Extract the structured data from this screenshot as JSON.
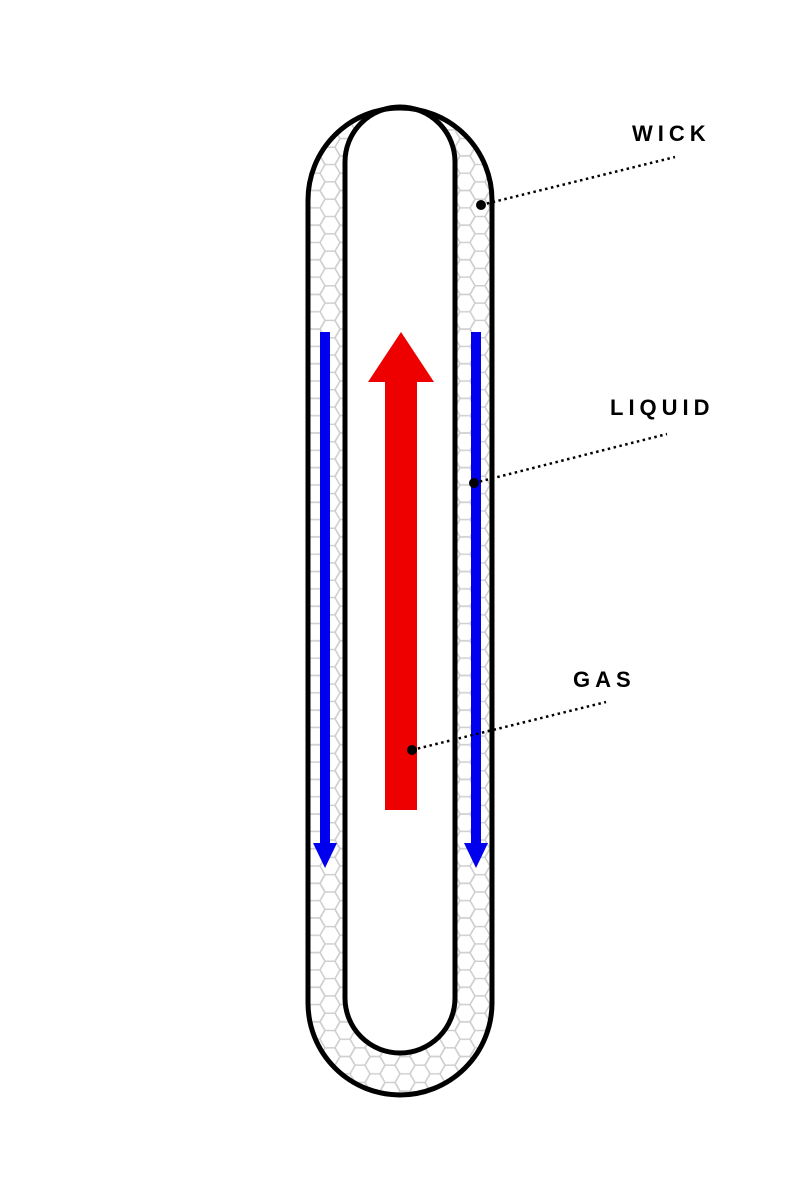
{
  "labels": {
    "wick": "WICK",
    "liquid": "LIQUID",
    "gas": "GAS"
  },
  "colors": {
    "background": "#ffffff",
    "outline": "#000000",
    "wick_hex_stroke": "#cfcfcf",
    "liquid_arrow": "#0000ee",
    "gas_arrow": "#ee0000",
    "leader_line": "#000000"
  },
  "icons": {
    "liquid_flow": "down-arrow",
    "gas_flow": "up-arrow",
    "wick_texture": "hexagon-pattern"
  }
}
